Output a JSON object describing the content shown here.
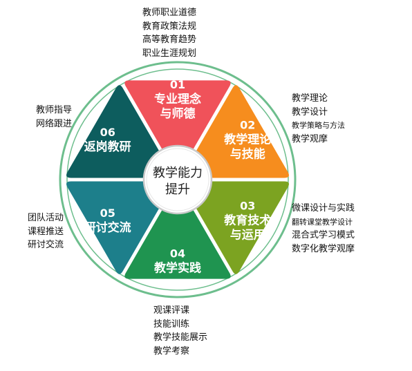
{
  "center": {
    "line1": "教学能力",
    "line2": "提升"
  },
  "segments": [
    {
      "number": "01",
      "line1": "专业理念",
      "line2": "与师德",
      "color": "#F0525A"
    },
    {
      "number": "02",
      "line1": "教学理论",
      "line2": "与技能",
      "color": "#F68D1E"
    },
    {
      "number": "03",
      "line1": "教育技术",
      "line2": "与运用",
      "color": "#7CA321"
    },
    {
      "number": "04",
      "line1": "教学实践",
      "line2": "",
      "color": "#1F9450"
    },
    {
      "number": "05",
      "line1": "研讨交流",
      "line2": "",
      "color": "#1D7F8B"
    },
    {
      "number": "06",
      "line1": "返岗教研",
      "line2": "",
      "color": "#0D5D5E"
    }
  ],
  "ring_color": "#6DBE8D",
  "side_lists": {
    "top": [
      "教师职业道德",
      "教育政策法规",
      "高等教育趋势",
      "职业生涯规划"
    ],
    "upper_right": [
      "教学理论",
      "教学设计",
      "教学策略与方法",
      "教学观摩"
    ],
    "lower_right": [
      "微课设计与实践",
      "翻转课堂教学设计",
      "混合式学习模式",
      "数字化教学观摩"
    ],
    "bottom": [
      "观课评课",
      "技能训练",
      "教学技能展示",
      "教学考察"
    ],
    "lower_left": [
      "团队活动",
      "课程推送",
      "研讨交流"
    ],
    "upper_left": [
      "教师指导",
      "网络跟进"
    ]
  }
}
